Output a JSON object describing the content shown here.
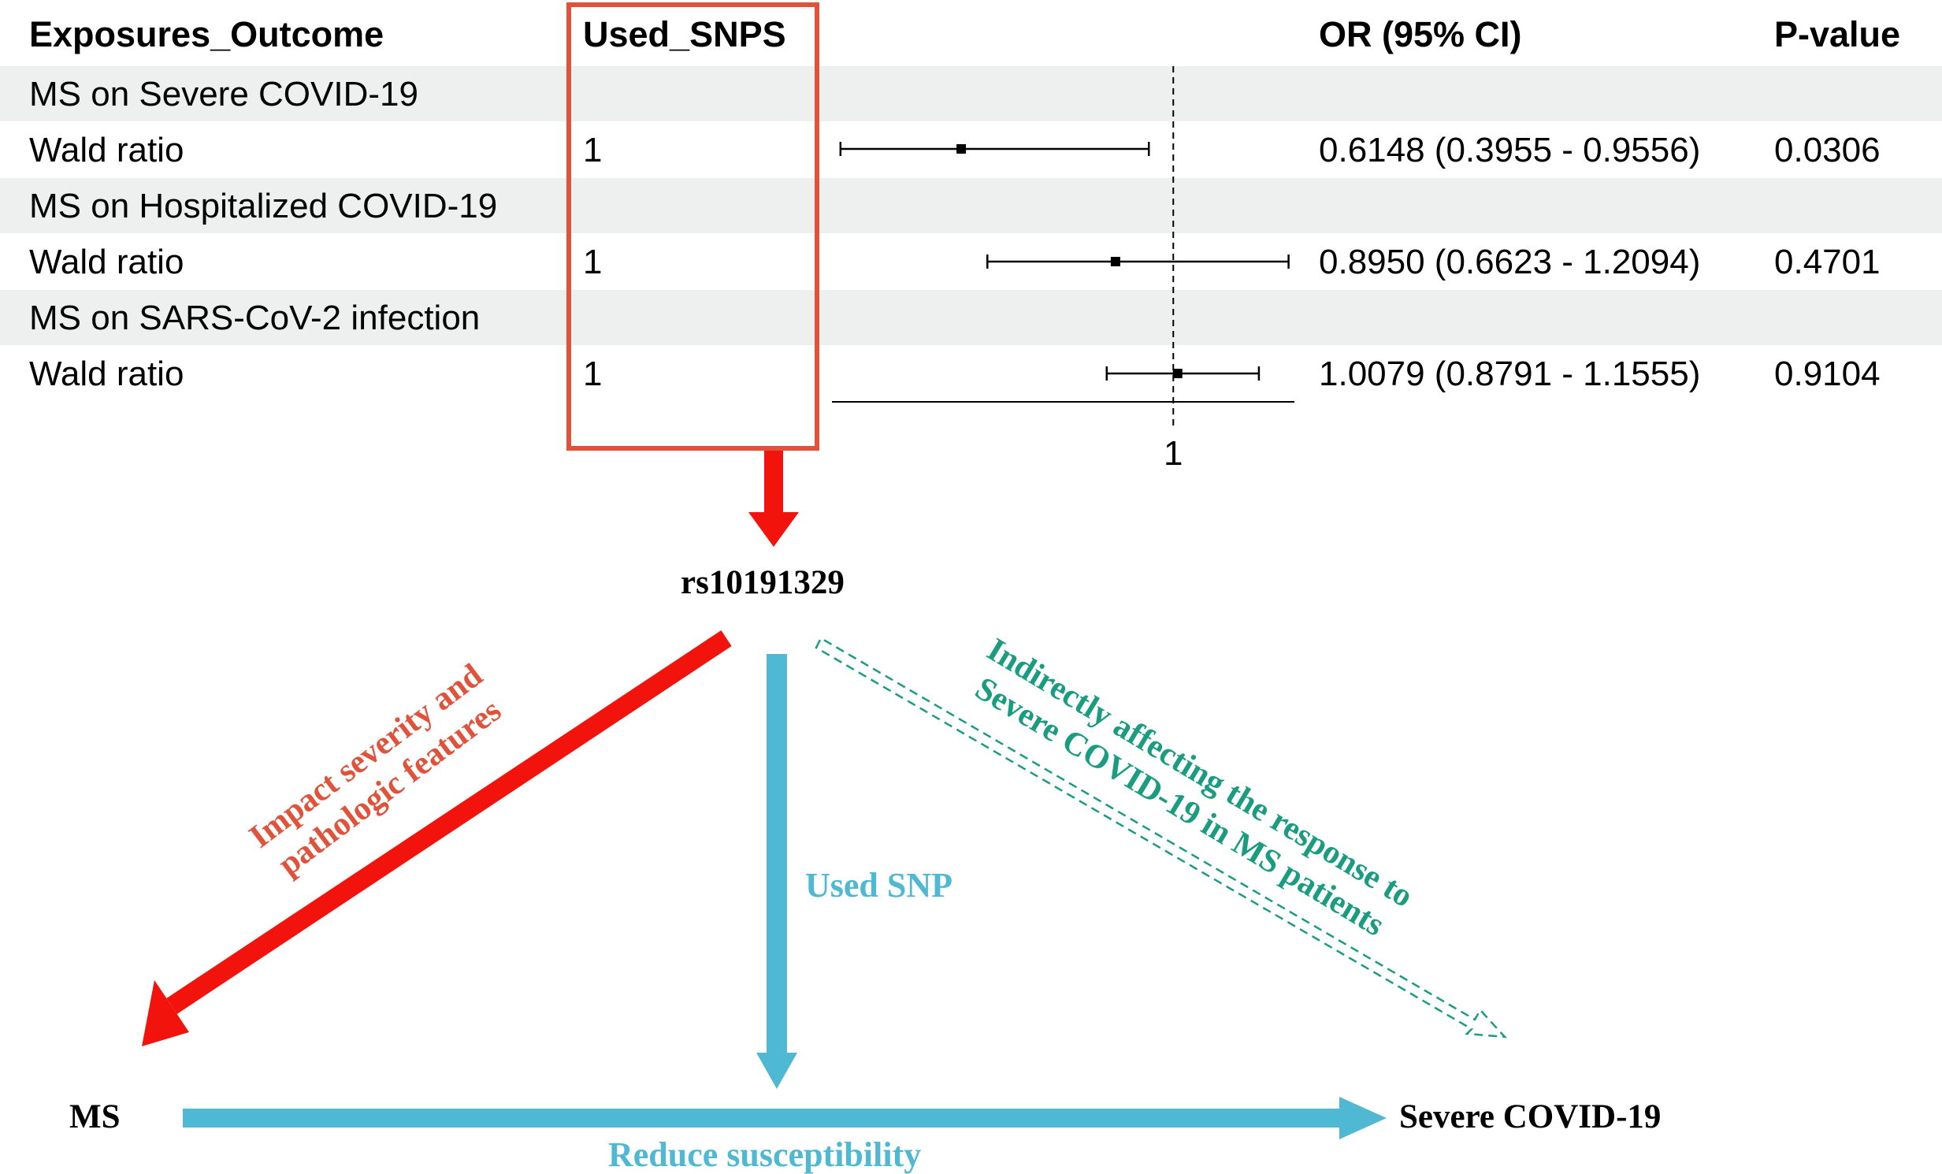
{
  "table": {
    "headers": {
      "exposure": "Exposures_Outcome",
      "snps": "Used_SNPS",
      "or": "OR (95% CI)",
      "pvalue": "P-value"
    },
    "rows": [
      {
        "kind": "group",
        "label": "MS on Severe COVID-19"
      },
      {
        "kind": "data",
        "label": "Wald ratio",
        "snps": "1",
        "or_text": "0.6148 (0.3955 - 0.9556)",
        "pvalue": "0.0306"
      },
      {
        "kind": "group",
        "label": "MS on Hospitalized COVID-19"
      },
      {
        "kind": "data",
        "label": "Wald ratio",
        "snps": "1",
        "or_text": "0.8950 (0.6623 - 1.2094)",
        "pvalue": "0.4701"
      },
      {
        "kind": "group",
        "label": "MS on SARS-CoV-2 infection"
      },
      {
        "kind": "data",
        "label": "Wald ratio",
        "snps": "1",
        "or_text": "1.0079 (0.8791 - 1.1555)",
        "pvalue": "0.9104"
      }
    ]
  },
  "chart_data": {
    "type": "scatter",
    "subtype": "forest",
    "title": "",
    "xlabel": "",
    "ylabel": "",
    "reference_line": 1,
    "x_tick_labels": [
      "1"
    ],
    "xlim": [
      0.38,
      1.22
    ],
    "grid": false,
    "series": [
      {
        "values": [
          {
            "label": "MS on Severe COVID-19 · Wald ratio",
            "or": 0.6148,
            "lower": 0.3955,
            "upper": 0.9556
          },
          {
            "label": "MS on Hospitalized COVID-19 · Wald ratio",
            "or": 0.895,
            "lower": 0.6623,
            "upper": 1.2094
          },
          {
            "label": "MS on SARS-CoV-2 infection · Wald ratio",
            "or": 1.0079,
            "lower": 0.8791,
            "upper": 1.1555
          }
        ]
      }
    ]
  },
  "diagram": {
    "snp": "rs10191329",
    "ms": "MS",
    "outcome": "Severe COVID-19",
    "edge_left": [
      "Impact severity and",
      "pathologic features"
    ],
    "edge_down": "Used SNP",
    "edge_right": [
      "Indirectly affecting the response to",
      "Severe COVID-19 in MS patients"
    ],
    "edge_bottom": "Reduce susceptibility",
    "colors": {
      "red_arrow": "#f2140c",
      "red_text": "#e0523a",
      "box_outline": "#e0523a",
      "blue": "#4fb8d3",
      "teal": "#1a9c80"
    }
  }
}
